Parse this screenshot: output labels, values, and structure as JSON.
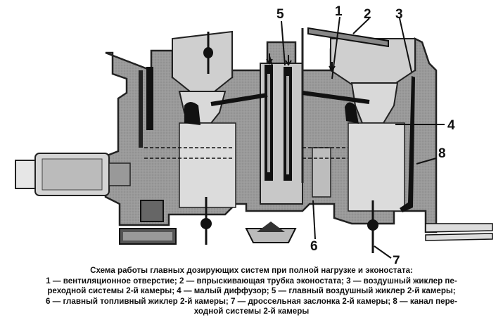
{
  "diagram": {
    "callouts": [
      "1",
      "2",
      "3",
      "4",
      "5",
      "6",
      "7",
      "8"
    ]
  },
  "caption": {
    "lines": [
      "Схема работы главных дозирующих систем при полной нагрузке и эконостата:",
      "1 — вентиляционное отверстие; 2 — впрыскивающая трубка эконостата; 3 — воздушный жиклер пе-",
      "реходной системы 2-й камеры; 4 — малый диффузор; 5 — главный воздушный жиклер 2-й камеры;",
      "6 — главный топливный жиклер 2-й камеры; 7 — дроссельная заслонка 2-й камеры; 8 — канал пере-",
      "ходной системы 2-й камеры"
    ]
  }
}
